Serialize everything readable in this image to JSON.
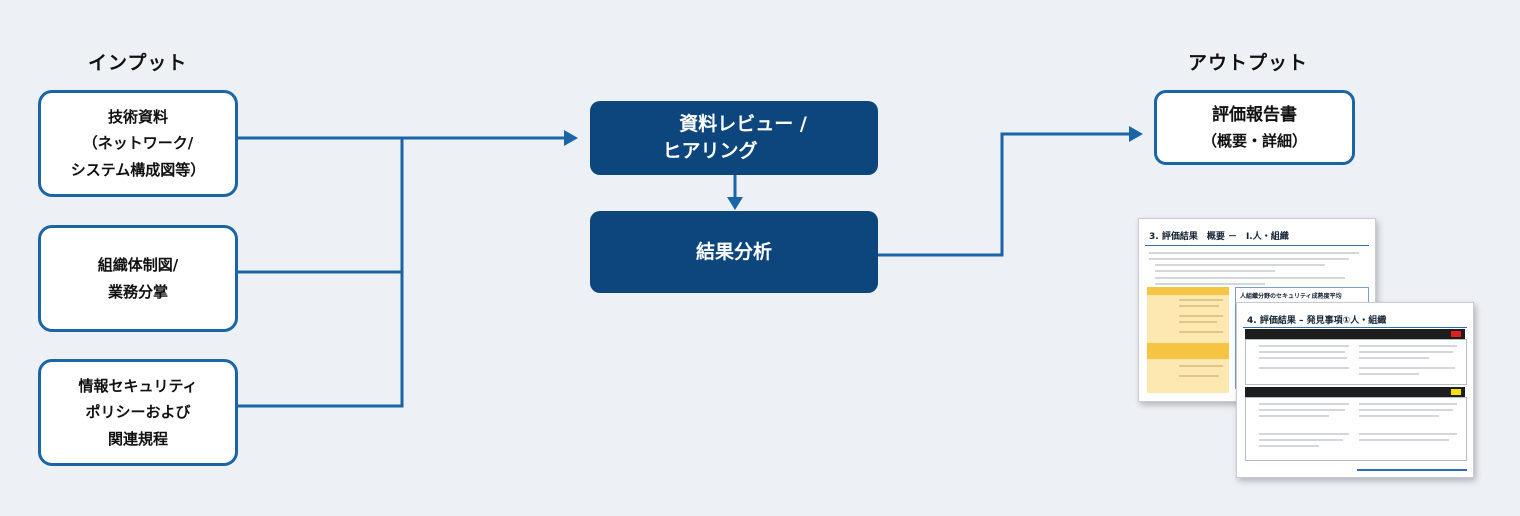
{
  "headings": {
    "input": "インプット",
    "output": "アウトプット"
  },
  "inputs": [
    {
      "lines": [
        "技術資料",
        "（ネットワーク/",
        "システム構成図等）"
      ]
    },
    {
      "lines": [
        "組織体制図/",
        "業務分掌"
      ]
    },
    {
      "lines": [
        "情報セキュリティ",
        "ポリシーおよび",
        "関連規程"
      ]
    }
  ],
  "process": {
    "review": [
      "資料レビュー /",
      "ヒアリング"
    ],
    "analysis": "結果分析"
  },
  "output": {
    "lines": [
      "評価報告書",
      "（概要・詳細）"
    ]
  },
  "reports": {
    "page1_title": "3. 評価結果　概要 －　Ⅰ.人・組織",
    "page1_panel_title": "人組織分野のセキュリティ成熟度平均",
    "page2_title": "4. 評価結果 – 発見事項①人・組織"
  },
  "colors": {
    "primary": "#0d467c",
    "border": "#1b65a7",
    "arrow": "#1b65a7",
    "background": "#edf1f6"
  }
}
